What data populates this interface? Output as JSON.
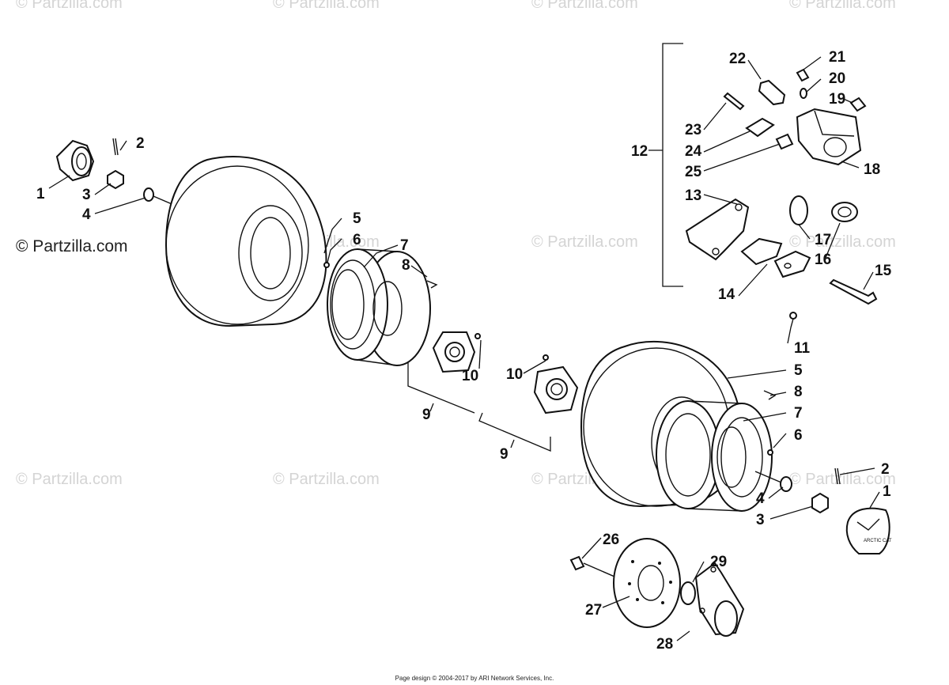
{
  "watermark": "© Partzilla.com",
  "footer": "Page design © 2004-2017 by ARI Network Services, Inc.",
  "callouts": {
    "c1": "1",
    "c2": "2",
    "c3": "3",
    "c4": "4",
    "c5": "5",
    "c6": "6",
    "c7": "7",
    "c8": "8",
    "c9": "9",
    "c10": "10",
    "c11": "11",
    "c12": "12",
    "c13": "13",
    "c14": "14",
    "c15": "15",
    "c16": "16",
    "c17": "17",
    "c18": "18",
    "c19": "19",
    "c20": "20",
    "c21": "21",
    "c22": "22",
    "c23": "23",
    "c24": "24",
    "c25": "25",
    "c26": "26",
    "c27": "27",
    "c28": "28",
    "c29": "29"
  },
  "hub_cap_badge": "ARCTIC CAT"
}
